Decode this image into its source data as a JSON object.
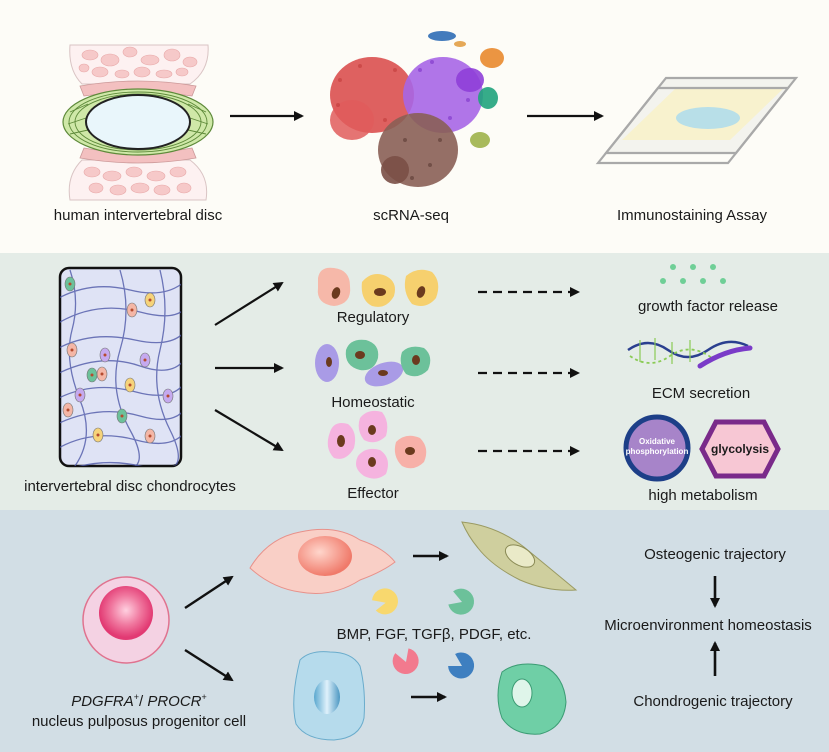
{
  "panel1": {
    "disc_label": "human intervertebral disc",
    "seq_label": "scRNA-seq",
    "assay_label": "Immunostaining Assay"
  },
  "panel2": {
    "tissue_label": "intervertebral disc chondrocytes",
    "subtypes": [
      "Regulatory",
      "Homeostatic",
      "Effector"
    ],
    "functions": [
      "growth factor release",
      "ECM secretion",
      "high metabolism"
    ],
    "metabolism": {
      "oxphos_line1": "Oxidative",
      "oxphos_line2": "phosphorylation",
      "glycolysis": "glycolysis"
    }
  },
  "panel3": {
    "progenitor_marker_1": "PDGFRA",
    "progenitor_sup_1": "+",
    "progenitor_sep": "/ ",
    "progenitor_marker_2": "PROCR",
    "progenitor_sup_2": "+",
    "progenitor_label": "nucleus pulposus progenitor cell",
    "factors": "BMP, FGF, TGFβ, PDGF, etc.",
    "osteo": "Osteogenic trajectory",
    "homeostasis": "Microenvironment homeostasis",
    "chondro": "Chondrogenic trajectory"
  },
  "colors": {
    "panel1_bg": "#fdfcf7",
    "panel2_bg": "#e4ece7",
    "panel3_bg": "#d2dee5"
  }
}
